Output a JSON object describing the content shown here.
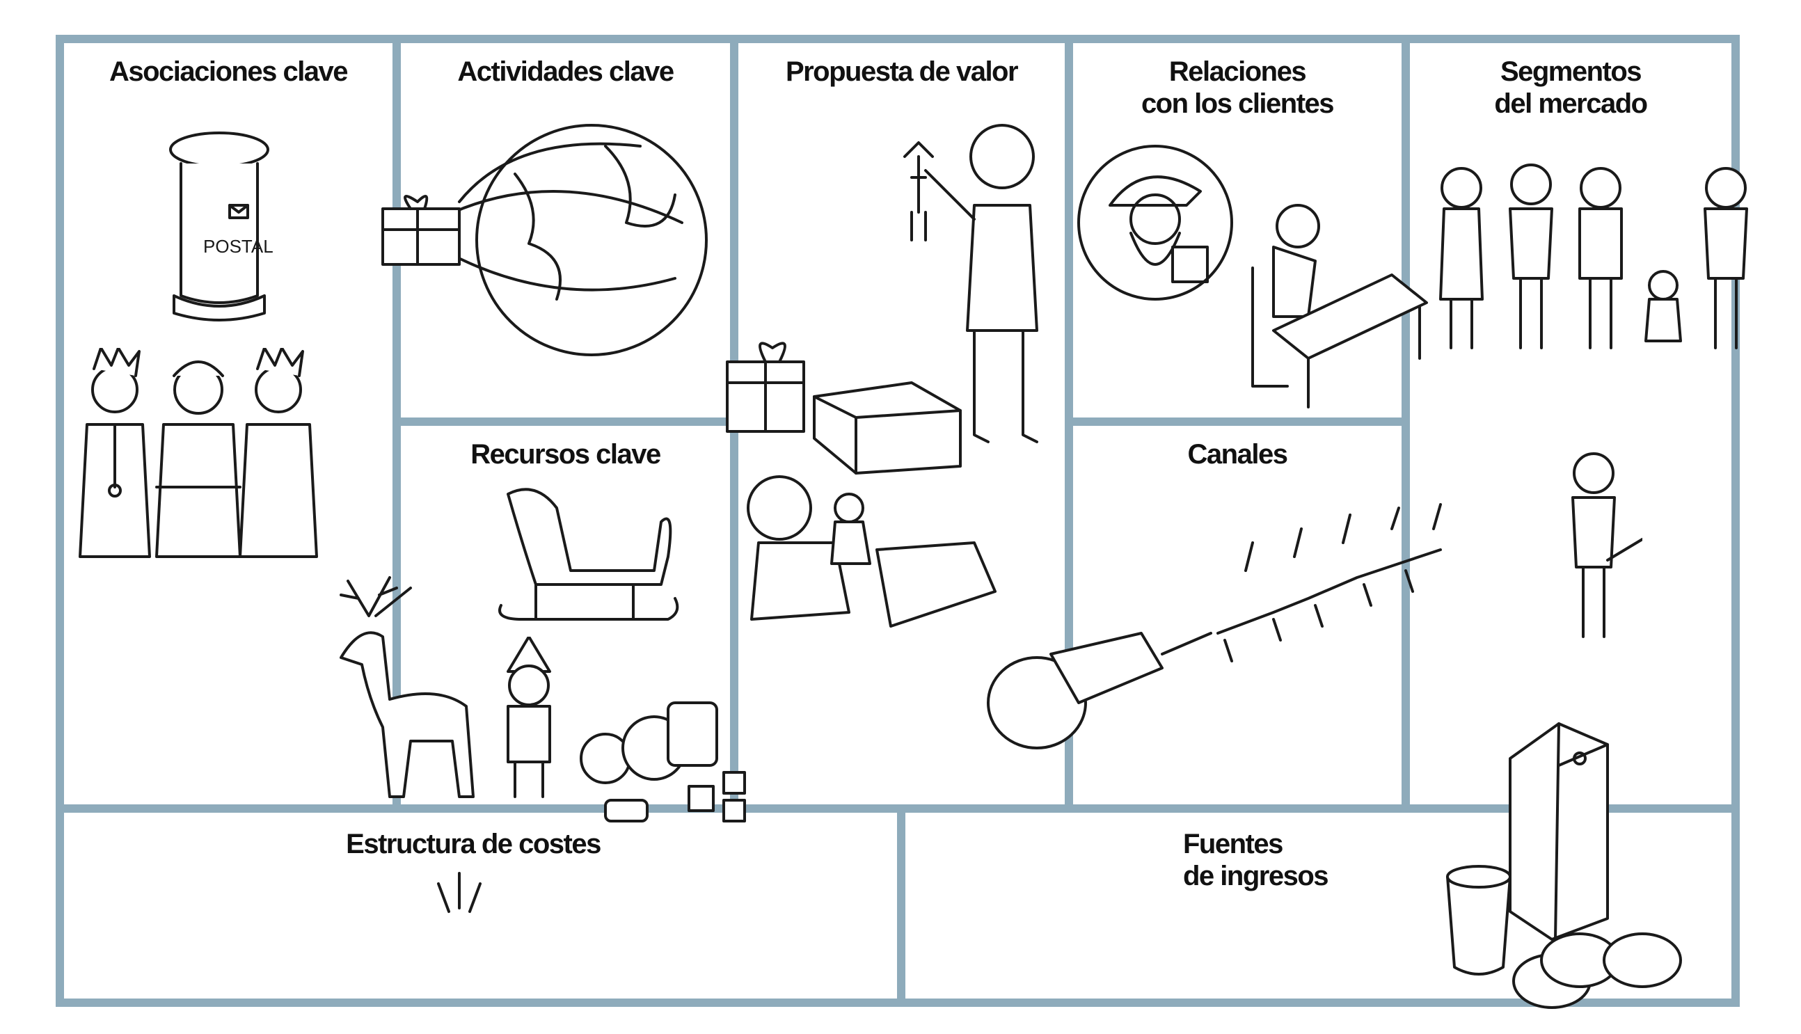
{
  "canvas": {
    "border_color": "#8eabbb",
    "blocks": {
      "key_partners": "Asociaciones clave",
      "key_activities": "Actividades clave",
      "value_proposition": "Propuesta de valor",
      "customer_relationships": "Relaciones\ncon los clientes",
      "customer_segments": "Segmentos\ndel mercado",
      "key_resources": "Recursos clave",
      "channels": "Canales",
      "cost_structure": "Estructura de costes",
      "revenue_streams": "Fuentes\nde ingresos"
    },
    "illustrations": {
      "mailbox_label": "POSTAL"
    }
  }
}
